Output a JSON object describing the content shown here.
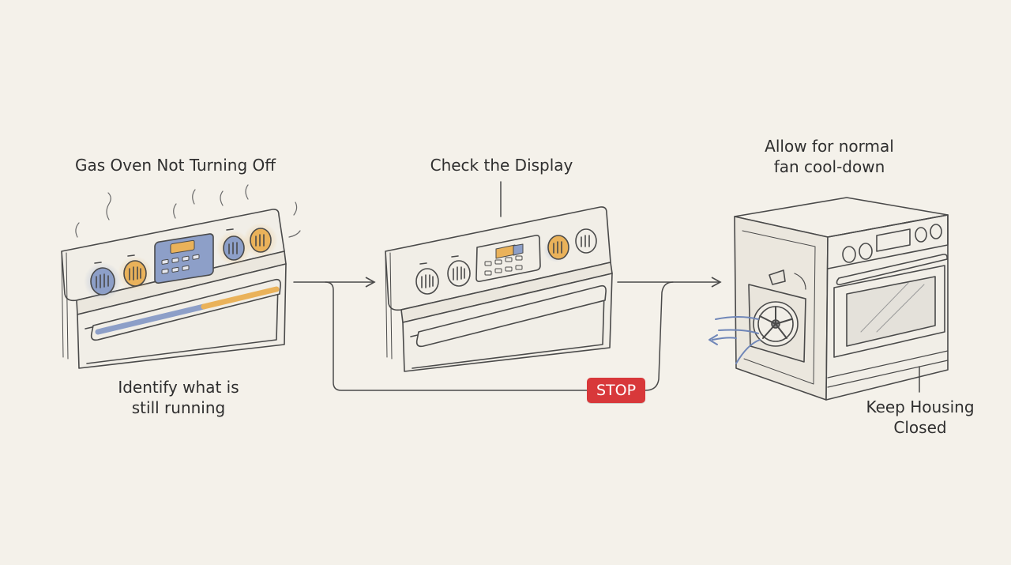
{
  "labels": {
    "step1_title": "Gas Oven Not Turning Off",
    "step1_caption_line1": "Identify what is",
    "step1_caption_line2": "still running",
    "step2_title": "Check the Display",
    "step3_title_line1": "Allow for normal",
    "step3_title_line2": "fan cool-down",
    "step3_caption_line1": "Keep Housing",
    "step3_caption_line2": "Closed",
    "stop_badge": "STOP"
  },
  "colors": {
    "background": "#f4f1ea",
    "ink": "#4a4a4a",
    "highlight_blue": "#7f95c4",
    "highlight_orange": "#eab25a",
    "stop_red": "#d8383a"
  },
  "icons": {
    "heat_lines": "heat-wave-icon",
    "fan": "cooling-fan-icon",
    "airflow": "airflow-arrows-icon"
  }
}
